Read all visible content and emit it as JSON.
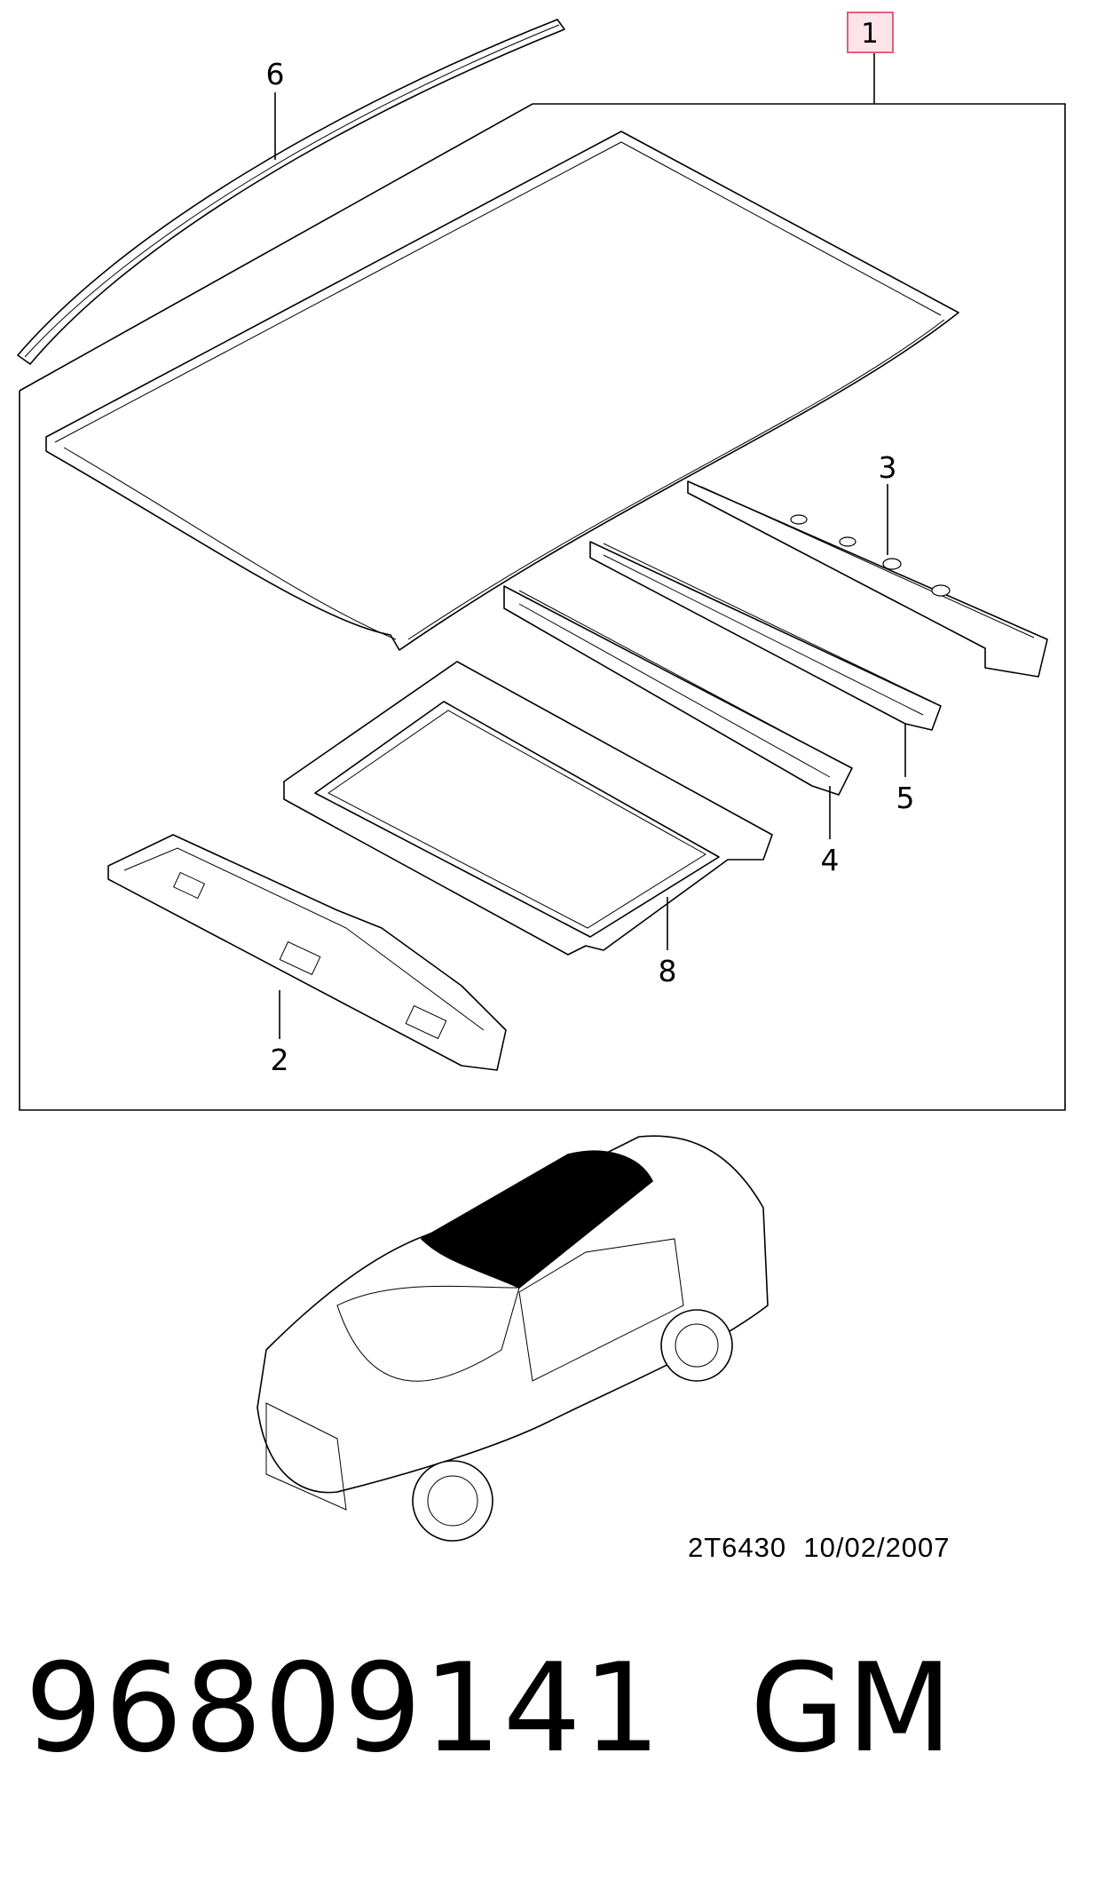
{
  "diagram": {
    "callouts": [
      {
        "id": "1",
        "label": "1",
        "highlighted": true,
        "highlight_color": "#fde4ea",
        "border_color": "#e0607a"
      },
      {
        "id": "2",
        "label": "2"
      },
      {
        "id": "3",
        "label": "3"
      },
      {
        "id": "4",
        "label": "4"
      },
      {
        "id": "5",
        "label": "5"
      },
      {
        "id": "6",
        "label": "6"
      },
      {
        "id": "8",
        "label": "8"
      }
    ],
    "diagram_code": "2T6430",
    "diagram_date": "10/02/2007"
  },
  "footer": {
    "part_number": "96809141",
    "brand": "GM"
  },
  "colors": {
    "line": "#000000",
    "background": "#ffffff",
    "roof_highlight": "#000000"
  }
}
